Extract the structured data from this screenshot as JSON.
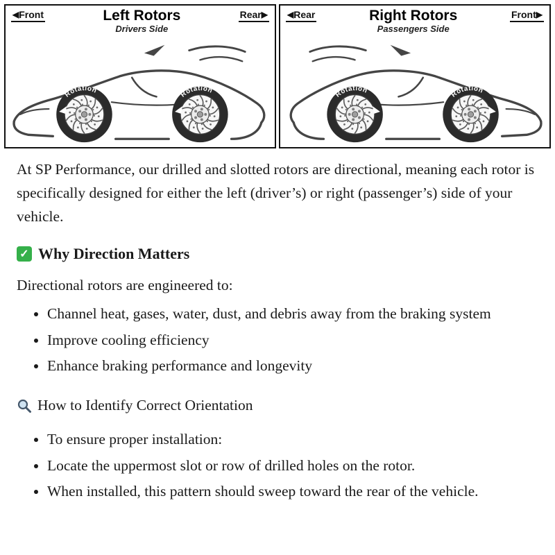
{
  "diagram": {
    "left_panel": {
      "front_label": "Front",
      "title": "Left Rotors",
      "subtitle": "Drivers Side",
      "rear_label": "Rear",
      "rotation_label": "Rotation"
    },
    "right_panel": {
      "rear_label": "Rear",
      "title": "Right Rotors",
      "subtitle": "Passengers Side",
      "front_label": "Front",
      "rotation_label": "Rotation"
    }
  },
  "content": {
    "intro": "At SP Performance, our drilled and slotted rotors are directional, meaning each rotor is specifically designed for either the left (driver’s) or right (passenger’s) side of your vehicle.",
    "why_direction": {
      "icon": "check-mark-emoji",
      "heading": "Why Direction Matters",
      "lead": "Directional rotors are engineered to:",
      "bullets": [
        "Channel heat, gases, water, dust, and debris away from the braking system",
        "Improve cooling efficiency",
        "Enhance braking performance and longevity"
      ]
    },
    "orientation": {
      "icon": "magnifier-emoji",
      "heading": "How to Identify Correct Orientation",
      "bullets": [
        "To ensure proper installation:",
        "Locate the uppermost slot or row of drilled holes on the rotor.",
        "When installed, this pattern should sweep toward the rear of the vehicle."
      ]
    }
  }
}
